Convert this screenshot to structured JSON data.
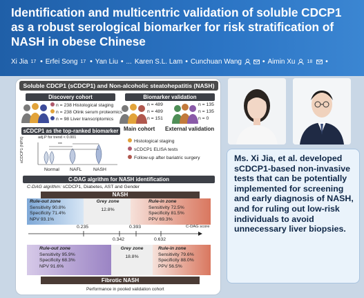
{
  "header": {
    "title": "Identification and multicentric validation of soluble CDCP1 as a robust serological biomarker for risk stratification of NASH in obese Chinese",
    "authors": [
      {
        "name": "Xi Jia",
        "sup": "17"
      },
      {
        "name": "Erfei Song",
        "sup": "17"
      },
      {
        "name": "Yan Liu",
        "sup": ""
      },
      {
        "name": "...",
        "sup": ""
      },
      {
        "name": "Karen S.L. Lam",
        "sup": ""
      },
      {
        "name": "Cunchuan Wang",
        "sup": ""
      },
      {
        "name": "Aimin Xu",
        "sup": "18"
      }
    ]
  },
  "abstract": {
    "title": "Soluble CDCP1 (sCDCP1) and Non-alcoholic steatohepatitis (NASH)",
    "discovery": {
      "title": "Discovery cohort",
      "rows": [
        {
          "n": "n = 238",
          "label": "Histological staging"
        },
        {
          "n": "n = 238",
          "label": "Olink serum proteomics"
        },
        {
          "n": "n = 98",
          "label": "Liver transcriptomics"
        }
      ]
    },
    "validation": {
      "title": "Biomarker validation",
      "main_n": [
        "n = 489",
        "n = 489",
        "n = 151"
      ],
      "ext_n": [
        "n = 135",
        "n = 135",
        "n = 0"
      ],
      "main_label": "Main cohort",
      "ext_label": "External validation",
      "legend": [
        "Histological staging",
        "sCDCP1 ELISA tests",
        "Follow-up after bariatric surgery"
      ]
    },
    "topranked": {
      "title": "sCDCP1 as the top-ranked biomarker",
      "ptrend": "adj.P for trend < 0.001",
      "ylabel": "sCDCP1 (NPX)",
      "stars": "***",
      "categories": [
        "Normal",
        "NAFL",
        "NASH"
      ]
    },
    "cdag": {
      "title": "C-DAG algrithm for NASH identification",
      "algorithm_label": "C-DAG algrithm:",
      "algorithm_text": "sCDCP1, Diabetes, AST and Gender",
      "nash_label": "NASH",
      "fib_label": "Fibrotic NASH",
      "axis_label": "C-DAG score",
      "top_ticks": [
        "0.235",
        "0.393"
      ],
      "bottom_ticks": [
        "0.342",
        "0.632"
      ],
      "nash": {
        "ruleout": {
          "title": "Rule-out zone",
          "lines": [
            "Sensitivity 90.8%",
            "Specificity 71.4%",
            "NPV 93.1%"
          ]
        },
        "grey": {
          "title": "Grey zone",
          "value": "12.8%"
        },
        "rulein": {
          "title": "Rule-in zone",
          "lines": [
            "Sensitivity 72.5%",
            "Specificity 81.5%",
            "PPV 69.3%"
          ]
        }
      },
      "fib": {
        "ruleout": {
          "title": "Rule-out zone",
          "lines": [
            "Sensitivity 95.9%",
            "Specificity 68.3%",
            "NPV 91.6%"
          ]
        },
        "grey": {
          "title": "Grey zone",
          "value": "18.8%"
        },
        "rulein": {
          "title": "Rule-in zone",
          "lines": [
            "Sensitivity 79.6%",
            "Specificity 88.0%",
            "PPV 56.5%"
          ]
        }
      },
      "footer": "Performance in pooled validation cohort"
    }
  },
  "callout": {
    "text": "Ms. Xi Jia, et al. developed sCDCP1-based non-invasive tests that can be potentially implemented for screening and early diagnosis of NASH, and for ruling out low-risk individuals to avoid unnecessary liver biopsies."
  },
  "colors": {
    "header_bg": "#2b74c4",
    "callout_text": "#0f2747",
    "ruleout_bg": "#a9c9ea",
    "rulein_bg": "#f0b3a3"
  }
}
